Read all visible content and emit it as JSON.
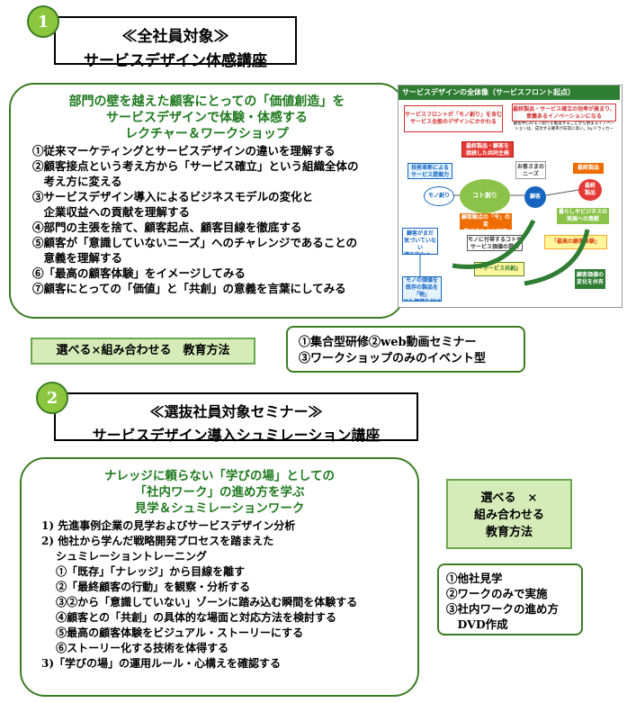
{
  "section1": {
    "number": "1",
    "title_line1": "≪全社員対象≫",
    "title_line2": "サービスデザイン体感講座",
    "heading_lines": [
      "部門の壁を越えた顧客にとっての「価値創造」を",
      "サービスデザインで体験・体感する",
      "レクチャー＆ワークショップ"
    ],
    "items": [
      "①従来マーケティングとサービスデザインの違いを理解する",
      "②顧客接点という考え方から「サービス確立」という組織全体の",
      "　考え方に変える",
      "③サービスデザイン導入によるビジネスモデルの変化と",
      "　企業収益への貢献を理解する",
      "④部門の主張を捨て、顧客起点、顧客目線を徹底する",
      "⑤顧客が「意識していないニーズ」へのチャレンジであることの",
      "　意義を理解する",
      "⑥「最高の顧客体験」をイメージしてみる",
      "⑦顧客にとっての「価値」と「共創」の意義を言葉にしてみる"
    ],
    "method_label": "選べる×組み合わせる　教育方法",
    "method_options": [
      "①集合型研修②web動画セミナー",
      "③ワークショップのみのイベント型"
    ]
  },
  "diagram": {
    "title": "サービスデザインの全体像（サービスフロント起点）",
    "box_left": "サービスフロントが「モノ創り」を含む\nサービス全般のデザインにかかわる",
    "box_right": "最終製品・サービス確立の効率が高まり、\n意義あるイノベーションになる",
    "right_note": "顧客中心のモノ創りを推進することから始まるイノベーションは、成功する確率が非常に高い。by.ドラッカー",
    "node_top": "最終製品・顧客を\n接続した共同主務",
    "node_tech": "技術革新による\nサービス提案力",
    "node_mono": "モノ創り",
    "node_koto": "コト創り",
    "node_needs": "お客さまの\nニーズ",
    "node_kokyaku": "顧客",
    "node_final": "最終製品",
    "node_final2": "最終\n製品",
    "node_anchor": "暮らしやビジネスの\n発展への貢献",
    "node_mid": "顧客観点の「今」の変\n動に合わせた対応",
    "node_exp": "「最高の顧客体験」",
    "node_unaware": "顧客がまだ\n気づいていない\n潜在的なニーズ",
    "node_serve": "モノに付帯するコトや\nサービス価値の提供",
    "node_cocreate": "『サービス共創』",
    "node_bottom_left": "モノの価値を\n既存の製品を「物」\nでも価値を付ける",
    "node_bottom_right": "顧客価値の\n変化を共有"
  },
  "section2": {
    "number": "2",
    "title_line1": "≪選抜社員対象セミナー≫",
    "title_line2": "サービスデザイン導入シュミレーション講座",
    "heading_lines": [
      "ナレッジに頼らない「学びの場」としての",
      "「社内ワーク」の進め方を学ぶ",
      "見学＆シュミレーションワーク"
    ],
    "items": [
      "1) 先進事例企業の見学およびサービスデザイン分析",
      "2) 他社から学んだ戦略開発プロセスを踏まえた",
      "　  シュミレーショントレーニング",
      "　  ①「既存」「ナレッジ」から目線を離す",
      "　  ②「最終顧客の行動」を観察・分析する",
      "　  ③②から「意識していない」ゾーンに踏み込む瞬間を体験する",
      "　  ④顧客との「共創」の具体的な場面と対応方法を検討する",
      "　  ⑤最高の顧客体験をビジュアル・ストーリーにする",
      "　  ⑥ストーリー化する技術を体得する",
      "3)「学びの場」の運用ルール・心構えを確認する"
    ],
    "method_label_lines": [
      "選べる　×",
      "組み合わせる",
      "教育方法"
    ],
    "method_options": [
      "①他社見学",
      "②ワークのみで実施",
      "③社内ワークの進め方",
      "　DVD作成"
    ]
  }
}
